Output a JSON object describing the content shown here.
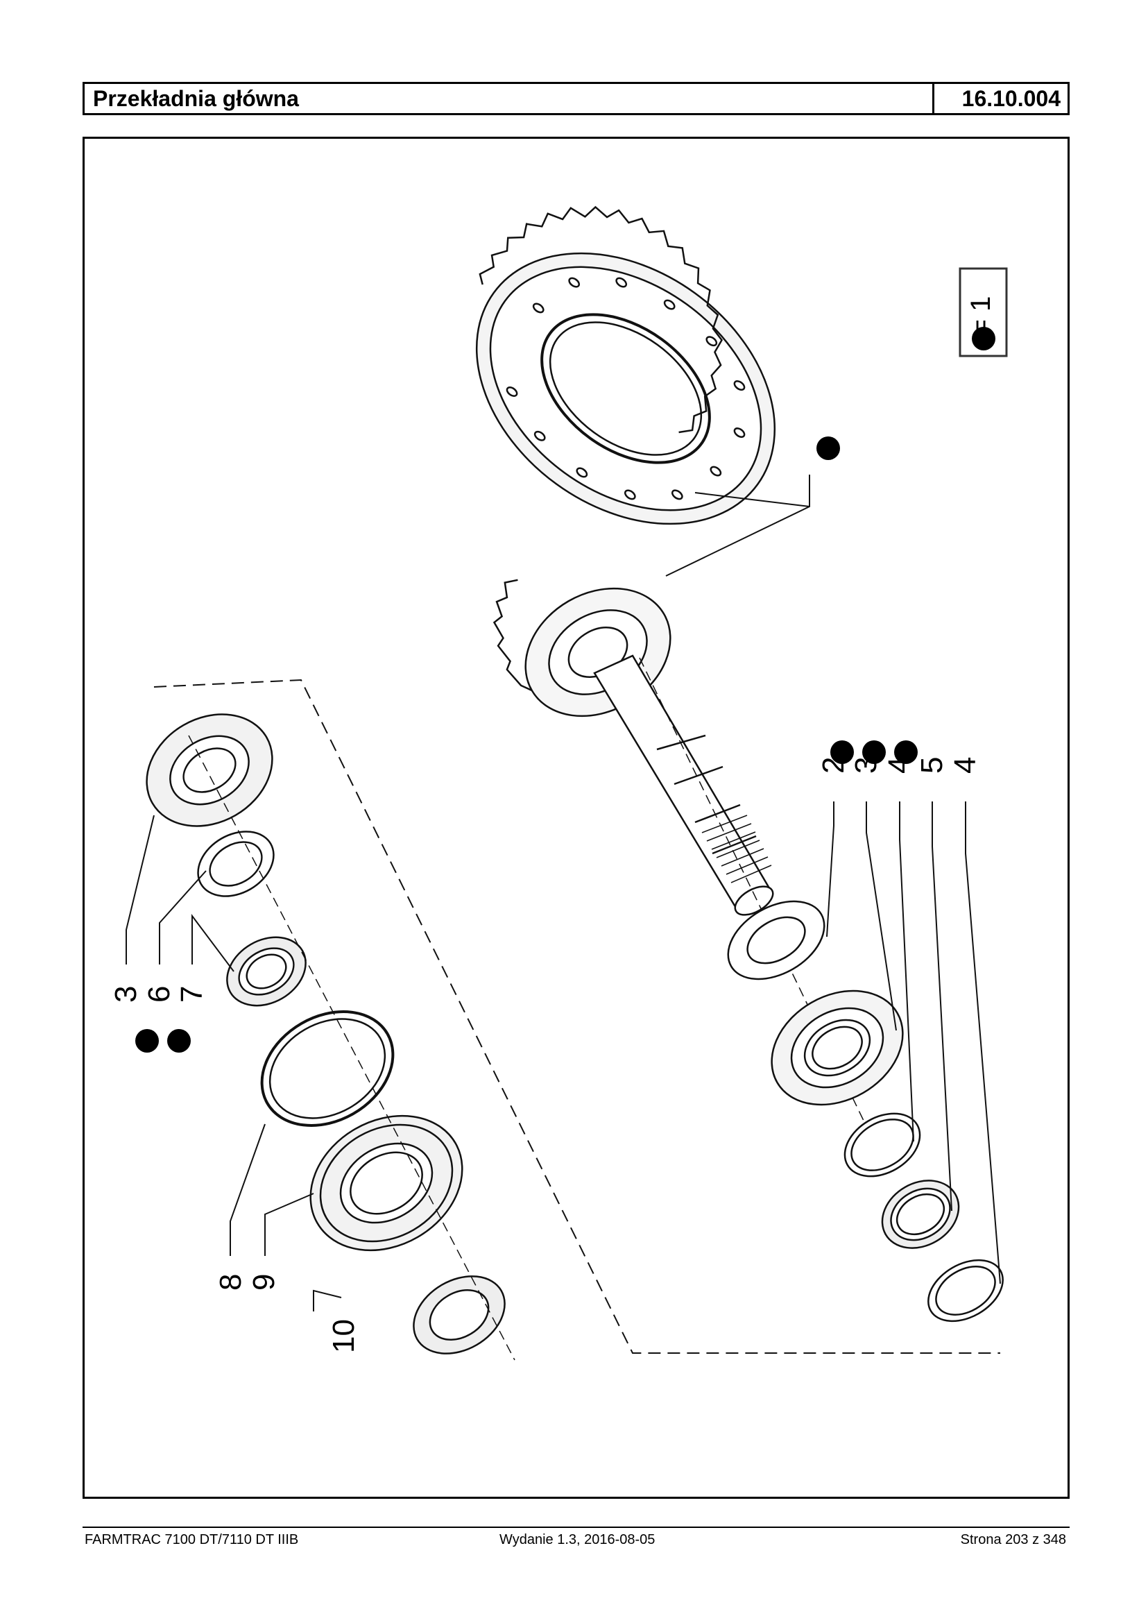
{
  "header": {
    "title": "Przekładnia główna",
    "code": "16.10.004"
  },
  "diagram": {
    "legend_text": "= 1",
    "callouts": [
      "2",
      "3",
      "4",
      "5",
      "4",
      "3",
      "6",
      "7",
      "8",
      "9",
      "10"
    ]
  },
  "footer": {
    "model": "FARMTRAC 7100 DT/7110 DT IIIB",
    "edition": "Wydanie 1.3,  2016-08-05",
    "page": "Strona 203 z 348"
  }
}
